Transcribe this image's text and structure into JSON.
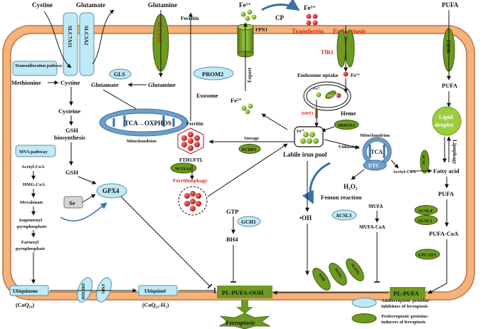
{
  "colors": {
    "membrane": "#f5b27a",
    "membrane_border": "#b8743f",
    "cyan_protein": "#bfe9f6",
    "green_protein": "#6e9a1f",
    "light_green": "#9ccc3c",
    "red_iron": "#c8202a",
    "mito_blue": "#6f9fc7"
  },
  "transporters": {
    "cystine": "Cystine",
    "glutamate": "Glutamate",
    "slc7a11": "SLC7A11",
    "slc3a2": "SLC3A2",
    "glutamine": "Glutamine",
    "slc1a5": "SLC1A5",
    "ferritin_out": "Ferritin",
    "fe2_top": "Fe²⁺",
    "cp": "CP",
    "fe3_top": "Fe³⁺",
    "transferrin": "Transferrin",
    "endocytosis": "Endocytosis",
    "fpn1": "FPN1",
    "tfr1": "TfR1",
    "pufa_top": "PUFA",
    "cd36": "CD36"
  },
  "left": {
    "transsulfuration": "Transsulfuration pathway",
    "methionine": "Methionine",
    "cystine_in": "Cystine",
    "gls": "GLS",
    "glutamate_in": "Glutamate",
    "glutamine_in": "Glutamine",
    "cysteine": "Cysteine",
    "gsh_biosynthesis_1": "GSH",
    "gsh_biosynthesis_2": "biosynthesis",
    "tca": "TCA→OXPHOS",
    "mitochondrion": "Mitochondrion",
    "gsh": "GSH",
    "gpx4": "GPX4",
    "se": "Se"
  },
  "mva": {
    "title": "MVA pathway",
    "acetyl_coa": "Acetyl-CoA",
    "hmg_coa": "HMG-CoA",
    "mevalonate": "Mevalonate",
    "ipp_1": "Isopentenyl",
    "ipp_2": "-pyrophosphate",
    "fpp_1": "Farnesyl",
    "fpp_2": "pyrophosphate",
    "dhodh": "DHODH",
    "fsp1": "FSP1",
    "ubiquinone": "Ubiquinone",
    "coq10": "(CoQ₁₀)",
    "ubiquinol": "Ubiquinol",
    "coq10h2": "(CoQ₁₀-H₂)"
  },
  "center": {
    "prom2": "PROM2",
    "exosome": "Exosome",
    "ferritin_in": "Ferritin",
    "fth1_ftl": "FTH1/FTL",
    "ncoa4": "NCOA4",
    "ferritinophagy": "Ferritinophagy",
    "storage": "Storage",
    "pcbp1": "PCBP1",
    "export": "Export",
    "fe2_export": "Fe²⁺",
    "endosome_uptake": "Endosome uptake",
    "steap3": "STEAP3",
    "dmt1": "DMT1",
    "fe3_endo": "Fe³⁺",
    "fe2_endo": "Fe²⁺",
    "heme": "Heme",
    "hmox1": "HMOX1",
    "lip_fe": "Fe²⁺",
    "labile_iron_pool": "Labile iron pool",
    "utilization": "Utilization",
    "mito2": "Mitochondrion",
    "tca2": "TCA",
    "etc": "ETC",
    "acetyl_coa2": "Acetyl-CoA",
    "h2o2": "H₂O₂",
    "fenton": "Fenton reaction",
    "oh": "•OH",
    "gtp": "GTP",
    "gch1": "GCH1",
    "bh4": "BH4",
    "mufa": "MUFA",
    "acsl3": "ACSL3",
    "mufa_coa": "MUFA-CoA",
    "por": "POR",
    "noxs": "NOXs",
    "aloxs": "ALOXs"
  },
  "right": {
    "pufa1": "PUFA",
    "lipid_droplet_1": "Lipid",
    "lipid_droplet_2": "droplet",
    "lipophagy": "Lipophagy",
    "acac": "ACAC",
    "fatty_acid": "Fatty acid",
    "pufa2": "PUFA",
    "acsl4": "ACSL4",
    "acsl1": "ACSL1",
    "pufa_coa": "PUFA-CoA",
    "lpcat3": "LPCAT3",
    "pl_pufa": "PL-PUFA"
  },
  "bottom": {
    "pl_pufa_ooh": "PL-PUFA-OOH",
    "ferroptosis": "Ferroptosis"
  },
  "legend": {
    "anti_1": "Antiferroptotic proteins/",
    "anti_2": "inhibitors of ferroptosis",
    "pro_1": "Proferroptotic proteins/",
    "pro_2": "inducers of ferroptosis"
  }
}
